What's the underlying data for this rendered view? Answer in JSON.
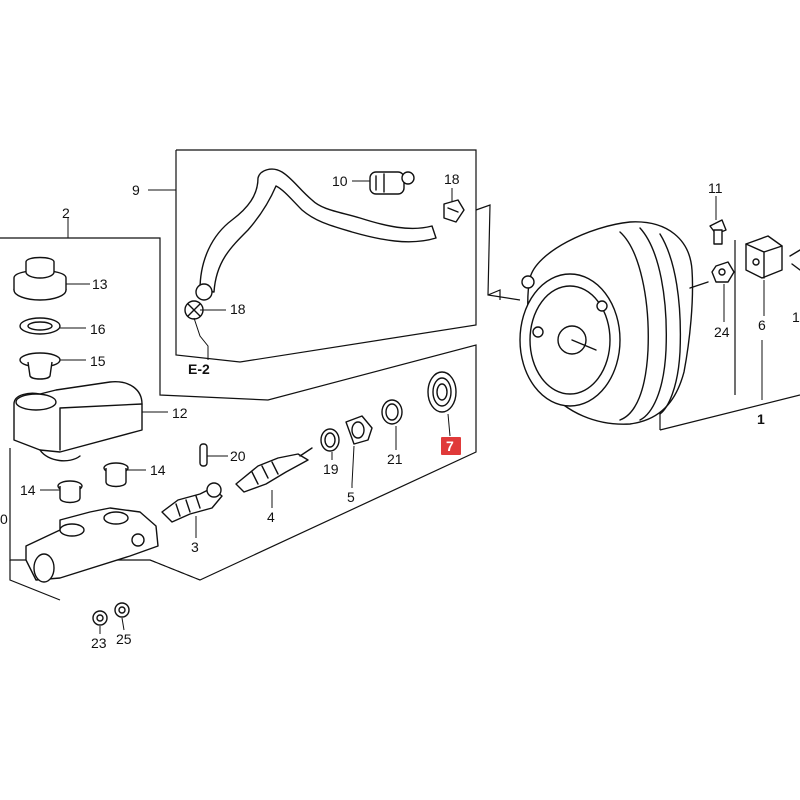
{
  "diagram": {
    "callouts": {
      "c1": "1",
      "c2": "2",
      "c3": "3",
      "c4": "4",
      "c5": "5",
      "c6": "6",
      "c7": "7",
      "c9": "9",
      "c10": "10",
      "c11": "11",
      "c12": "12",
      "c13": "13",
      "c14a": "14",
      "c14b": "14",
      "c15": "15",
      "c16": "16",
      "c18a": "18",
      "c18b": "18",
      "c19": "19",
      "c20": "20",
      "c21": "21",
      "c23": "23",
      "c24": "24",
      "c25": "25",
      "c10left": "0",
      "c1right": "1"
    },
    "section_ref": "E-2",
    "highlight_color": "#e03a3a"
  }
}
